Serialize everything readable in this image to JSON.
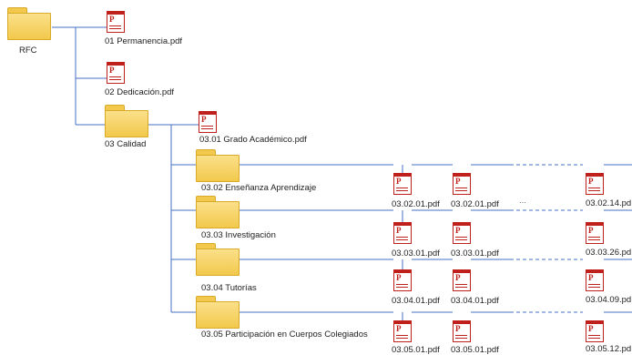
{
  "root": {
    "label": "RFC",
    "icon": "folder-icon"
  },
  "level1": [
    {
      "label": "01 Permanencia.pdf",
      "icon": "pdf-icon"
    },
    {
      "label": "02 Dedicación.pdf",
      "icon": "pdf-icon"
    },
    {
      "label": "03 Calidad",
      "icon": "folder-icon"
    }
  ],
  "calidad_children": [
    {
      "label": "03.01 Grado Académico.pdf",
      "icon": "pdf-icon"
    },
    {
      "label": "03.02 Enseñanza Aprendizaje",
      "icon": "folder-icon"
    },
    {
      "label": "03.03 Investigación",
      "icon": "folder-icon"
    },
    {
      "label": "03.04 Tutorías",
      "icon": "folder-icon"
    },
    {
      "label": "03.05 Participación en Cuerpos Colegiados",
      "icon": "folder-icon"
    }
  ],
  "file_rows": [
    {
      "files": [
        "03.02.01.pdf",
        "03.02.01.pdf",
        "03.02.14.pd"
      ],
      "ellipsis": "..."
    },
    {
      "files": [
        "03.03.01.pdf",
        "03.03.01.pdf",
        "03.03.26.pd"
      ]
    },
    {
      "files": [
        "03.04.01.pdf",
        "03.04.01.pdf",
        "03.04.09.pd"
      ]
    },
    {
      "files": [
        "03.05.01.pdf",
        "03.05.01.pdf",
        "03.05.12.pd"
      ]
    }
  ],
  "colors": {
    "line": "#4472c4",
    "folder": "#f2c94c",
    "pdf": "#c0201b"
  }
}
